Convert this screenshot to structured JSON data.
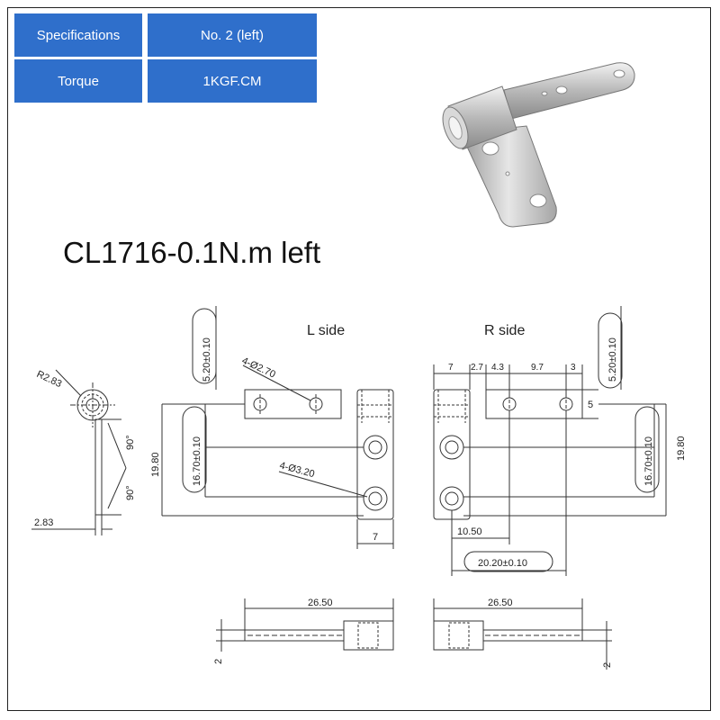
{
  "specs": [
    {
      "label": "Specifications",
      "value": "No. 2 (left)"
    },
    {
      "label": "Torque",
      "value": "1KGF.CM"
    }
  ],
  "title": "CL1716-0.1N.m left",
  "views": {
    "left": "L side",
    "right": "R side"
  },
  "dims": {
    "offset_top": "5.20±0.10",
    "hole_dia_small": "4-Ø2.70",
    "hole_dia_large": "4-Ø3.20",
    "radius": "R2.83",
    "thickness_side": "2.83",
    "angle": "90°",
    "height_total": "19.80",
    "hole_pitch": "16.70±0.10",
    "width_knuckle": "7",
    "r_seg1": "7",
    "r_seg2": "2.7",
    "r_seg3": "4.3",
    "r_seg4": "9.7",
    "r_seg5": "3",
    "r_width": "5",
    "r_offset": "10.50",
    "r_span": "20.20±0.10",
    "length": "26.50",
    "thickness": "2"
  },
  "colors": {
    "spec_bg": "#2f6fcb",
    "spec_text": "#ffffff",
    "line": "#333333"
  }
}
